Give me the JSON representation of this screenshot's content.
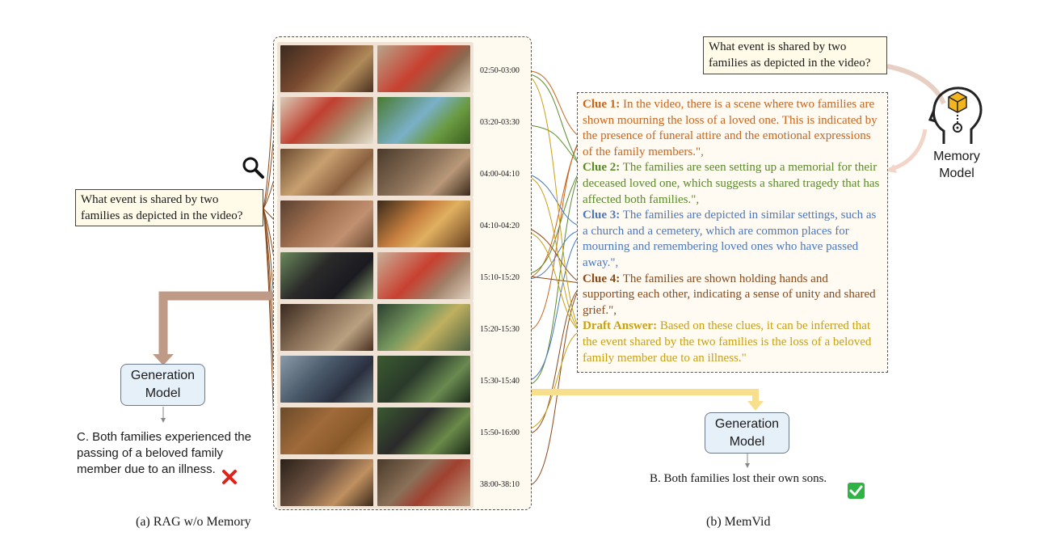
{
  "question_text": "What event is shared by two families as depicted in the video?",
  "timestamps": [
    "02:50-03:00",
    "03:20-03:30",
    "04:00-04:10",
    "04:10-04:20",
    "15:10-15:20",
    "15:20-15:30",
    "15:30-15:40",
    "15:50-16:00",
    "38:00-38:10"
  ],
  "memory_model_label": "Memory Model",
  "generation_model_label": "Generation Model",
  "clues": [
    {
      "label": "Clue 1:",
      "text": " In the video, there is a scene where two families are shown mourning the loss of a loved one. This is indicated by the presence of funeral attire and the emotional expressions of the family members.\",",
      "color": "#c8651e"
    },
    {
      "label": "Clue 2:",
      "text": " The families are seen setting up a memorial for their deceased loved one, which suggests a shared tragedy that has affected both families.\",",
      "color": "#5a8a2a"
    },
    {
      "label": "Clue 3:",
      "text": " The families are depicted in similar settings, such as a church and a cemetery, which are common places for mourning and remembering loved ones who have passed away.\",",
      "color": "#4a78c0"
    },
    {
      "label": "Clue 4:",
      "text": " The families are shown holding hands and supporting each other, indicating a sense of unity and shared grief.\",",
      "color": "#8a4a1a"
    },
    {
      "label": "Draft Answer:",
      "text": " Based on these clues, it can be inferred that the event shared by the two families is the loss of a beloved family member due to an illness.\"",
      "color": "#c9a012"
    }
  ],
  "rag_answer": "C. Both families experienced the passing of a beloved family member due to an illness.",
  "memvid_answer": "B. Both families lost their own sons.",
  "caption_a": "(a) RAG w/o Memory",
  "caption_b": "(b) MemVid",
  "colors": {
    "rag_arrow": "#bf9a86",
    "memvid_arrow": "#f7df8e",
    "memory_arrow": "#f0d0c4",
    "wrong_mark": "#e0231a",
    "check_mark": "#2fb344"
  }
}
